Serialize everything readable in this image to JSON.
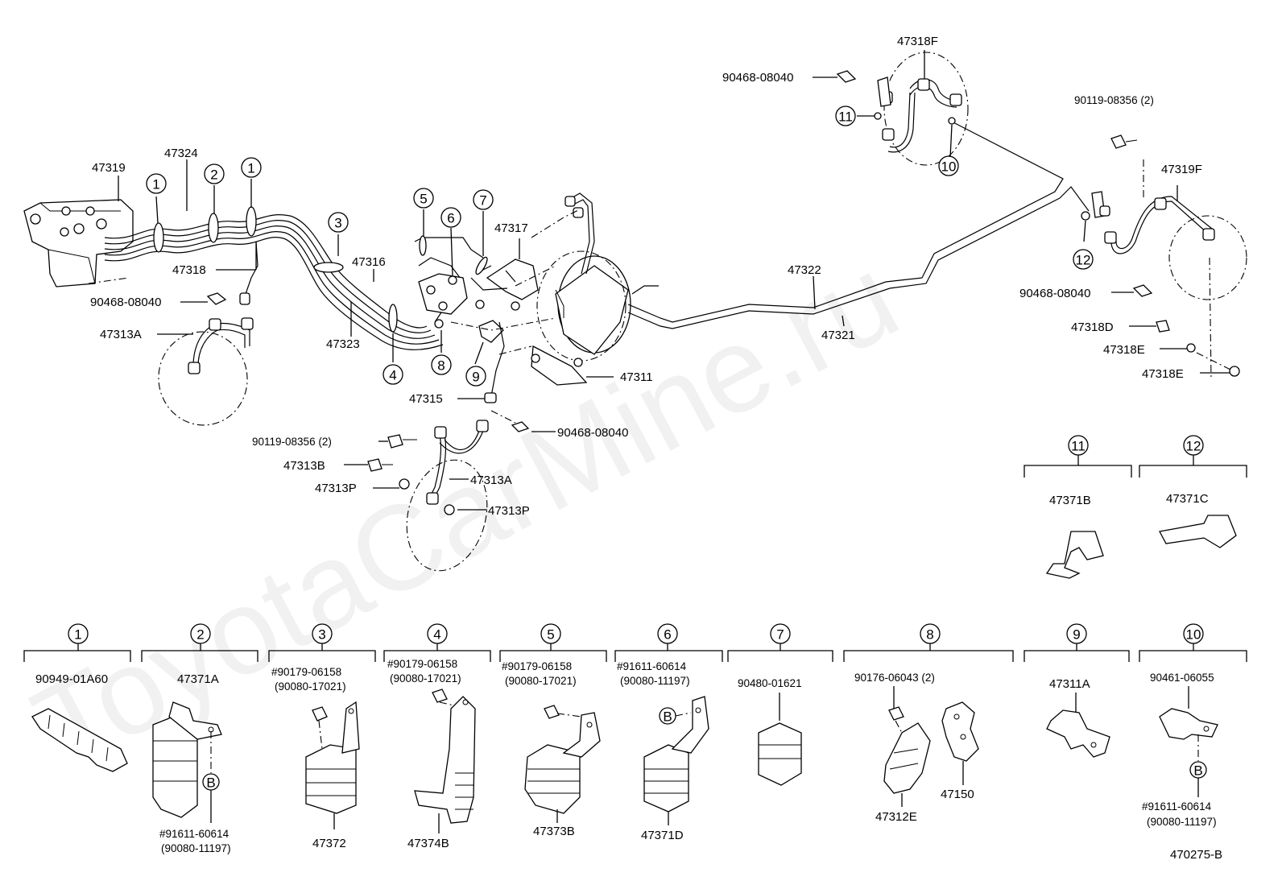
{
  "watermark": "ToyotaCarMine.ru",
  "drawing_no": "470275-B",
  "callouts": {
    "c47319": "47319",
    "c47324": "47324",
    "c47318": "47318",
    "c90468a": "90468-08040",
    "c47313A_left": "47313A",
    "c47316": "47316",
    "c47323": "47323",
    "c47317": "47317",
    "c47311": "47311",
    "c47315": "47315",
    "c90119a": "90119-08356 (2)",
    "c47313B": "47313B",
    "c47313P_a": "47313P",
    "c47313A_mid": "47313A",
    "c47313P_b": "47313P",
    "c90468b": "90468-08040",
    "c47322": "47322",
    "c47321": "47321",
    "c90468c": "90468-08040",
    "c47318F": "47318F",
    "c90119b": "90119-08356 (2)",
    "c47319F": "47319F",
    "c90468d": "90468-08040",
    "c47318D": "47318D",
    "c47318E_a": "47318E",
    "c47318E_b": "47318E"
  },
  "circle_numbers": [
    "1",
    "2",
    "3",
    "4",
    "5",
    "6",
    "7",
    "8",
    "9",
    "10",
    "11",
    "12"
  ],
  "clamp_details": [
    {
      "num": "1",
      "top": "90949-01A60",
      "bottom": ""
    },
    {
      "num": "2",
      "top": "47371A",
      "bottom_a": "#91611-60614",
      "bottom_b": "(90080-11197)",
      "ref": "B"
    },
    {
      "num": "3",
      "top_a": "#90179-06158",
      "top_b": "(90080-17021)",
      "bottom": "47372"
    },
    {
      "num": "4",
      "top_a": "#90179-06158",
      "top_b": "(90080-17021)",
      "bottom": "47374B"
    },
    {
      "num": "5",
      "top_a": "#90179-06158",
      "top_b": "(90080-17021)",
      "bottom": "47373B"
    },
    {
      "num": "6",
      "top_a": "#91611-60614",
      "top_b": "(90080-11197)",
      "bottom": "47371D",
      "ref": "B"
    },
    {
      "num": "7",
      "top": "90480-01621"
    },
    {
      "num": "8",
      "top": "90176-06043 (2)",
      "bottom_a": "47312E",
      "bottom_b": "47150"
    },
    {
      "num": "9",
      "top": "47311A"
    },
    {
      "num": "10",
      "top": "90461-06055",
      "bottom_a": "#91611-60614",
      "bottom_b": "(90080-11197)",
      "ref": "B"
    },
    {
      "num": "11",
      "top": "47371B"
    },
    {
      "num": "12",
      "top": "47371C"
    }
  ]
}
